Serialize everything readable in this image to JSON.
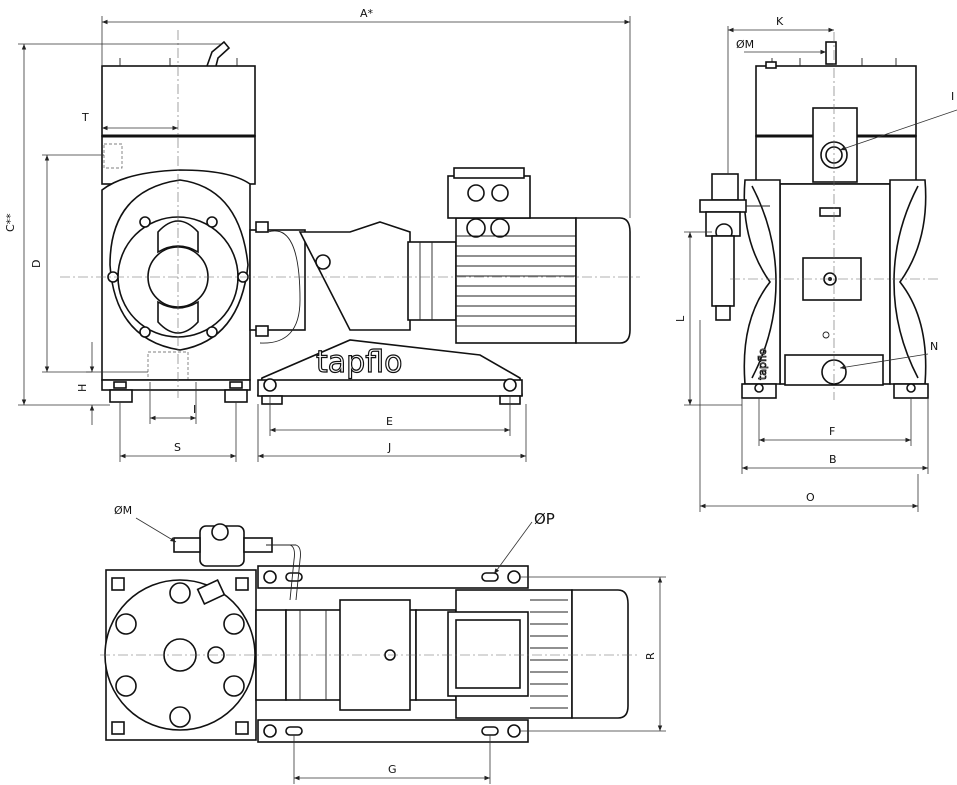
{
  "brand": "tapflo",
  "labels": {
    "A": "A*",
    "C": "C**",
    "D": "D",
    "E": "E",
    "F": "F",
    "G": "G",
    "H": "H",
    "I": "I",
    "J": "J",
    "K": "K",
    "L": "L",
    "M_front": "ØM",
    "M_top": "ØM",
    "N": "N",
    "O": "O",
    "P": "ØP",
    "R": "R",
    "S": "S",
    "T": "T",
    "B": "B",
    "U": "I"
  }
}
